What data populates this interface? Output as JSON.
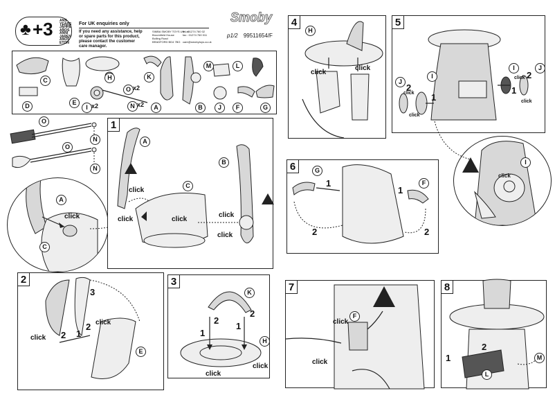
{
  "header": {
    "age_badge": "+3",
    "age_words": [
      "ANS",
      "YEARS",
      "JAHRE",
      "AÑOS",
      "ANNI",
      "JAREN",
      "ANOS",
      "ΕΤΩΝ"
    ],
    "uk_title": "For UK enquiries only",
    "uk_text": "If you need any assistance, help or spare parts for this product, please contact the customer care manager.",
    "address": [
      "SIMBA SMOBY TOYS UK Ltd",
      "Broomfield House",
      "Bolling Road",
      "BRADFORD BD4 7BG"
    ],
    "phones": [
      "tel : 01274 760 02",
      "fax : 01274 760 011"
    ],
    "email": "care@smobytoys.co.uk",
    "brand": "Smoby",
    "page_ref": "p1/2",
    "product_code": "99511654/F"
  },
  "parts": {
    "labels": [
      "C",
      "D",
      "E",
      "H",
      "I",
      "K",
      "A",
      "B",
      "M",
      "J",
      "L",
      "F",
      "G",
      "O",
      "N"
    ],
    "qty_o": "x2",
    "qty_n": "x2",
    "qty_i": "x2"
  },
  "steps": {
    "s1": {
      "num": "1",
      "labels": [
        "A",
        "B",
        "C"
      ],
      "click": "click"
    },
    "inset_o": {
      "labels": [
        "O",
        "N",
        "O",
        "N"
      ]
    },
    "inset_a": {
      "labels": [
        "A",
        "C"
      ],
      "click": "click"
    },
    "s2": {
      "num": "2",
      "labels": [
        "E"
      ],
      "click": "click",
      "n1": "1",
      "n2": "2",
      "n3": "3"
    },
    "s3": {
      "num": "3",
      "labels": [
        "K",
        "H"
      ],
      "click": "click",
      "n1": "1",
      "n2": "2"
    },
    "s4": {
      "num": "4",
      "labels": [
        "H"
      ],
      "click": "click"
    },
    "s5": {
      "num": "5",
      "labels": [
        "J",
        "I",
        "I",
        "J"
      ],
      "click": "click",
      "n1": "1",
      "n2": "2"
    },
    "s6": {
      "num": "6",
      "labels": [
        "G",
        "F"
      ],
      "n1": "1",
      "n2": "2"
    },
    "s7": {
      "num": "7",
      "labels": [
        "F"
      ],
      "click": "click"
    },
    "s8": {
      "num": "8",
      "labels": [
        "M",
        "L"
      ],
      "n1": "1",
      "n2": "2"
    },
    "inset_i": {
      "labels": [
        "I"
      ],
      "click": "click"
    }
  },
  "warning_symbol": "!"
}
